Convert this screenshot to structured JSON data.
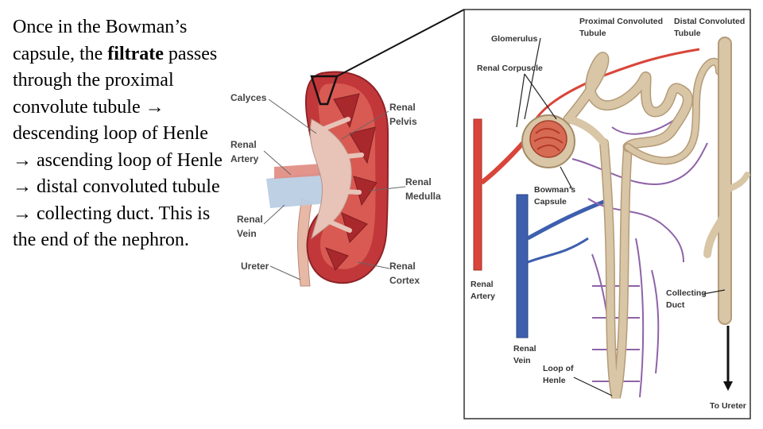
{
  "slide_text": {
    "part1": "Once in the Bowman’s capsule, the ",
    "bold": "filtrate",
    "part2": " passes through the proximal convolute tubule ",
    "arrow": "→",
    "part3": " descending loop of Henle ",
    "part4": " ascending loop of Henle ",
    "part5": " distal convoluted tubule ",
    "part6": " collecting duct. This is the end of the nephron."
  },
  "kidney_labels": {
    "calyces": "Calyces",
    "renal_artery_1": "Renal",
    "renal_artery_2": "Artery",
    "renal_vein_1": "Renal",
    "renal_vein_2": "Vein",
    "ureter": "Ureter",
    "renal_pelvis_1": "Renal",
    "renal_pelvis_2": "Pelvis",
    "renal_medulla_1": "Renal",
    "renal_medulla_2": "Medulla",
    "renal_cortex_1": "Renal",
    "renal_cortex_2": "Cortex"
  },
  "nephron_labels": {
    "pct_1": "Proximal Convoluted",
    "pct_2": "Tubule",
    "dct_1": "Distal Convoluted",
    "dct_2": "Tubule",
    "glomerulus": "Glomerulus",
    "renal_corpuscle": "Renal Corpuscle",
    "bowmans_1": "Bowman’s",
    "bowmans_2": "Capsule",
    "renal_artery_1": "Renal",
    "renal_artery_2": "Artery",
    "renal_vein_1": "Renal",
    "renal_vein_2": "Vein",
    "loop_1": "Loop of",
    "loop_2": "Henle",
    "collecting_1": "Collecting",
    "collecting_2": "Duct",
    "to_ureter": "To Ureter"
  },
  "colors": {
    "artery": "#d9453a",
    "vein": "#3d5fae",
    "tubule": "#d8c6a6",
    "capillary": "#8e63a8",
    "kidney": "#c2383a"
  }
}
